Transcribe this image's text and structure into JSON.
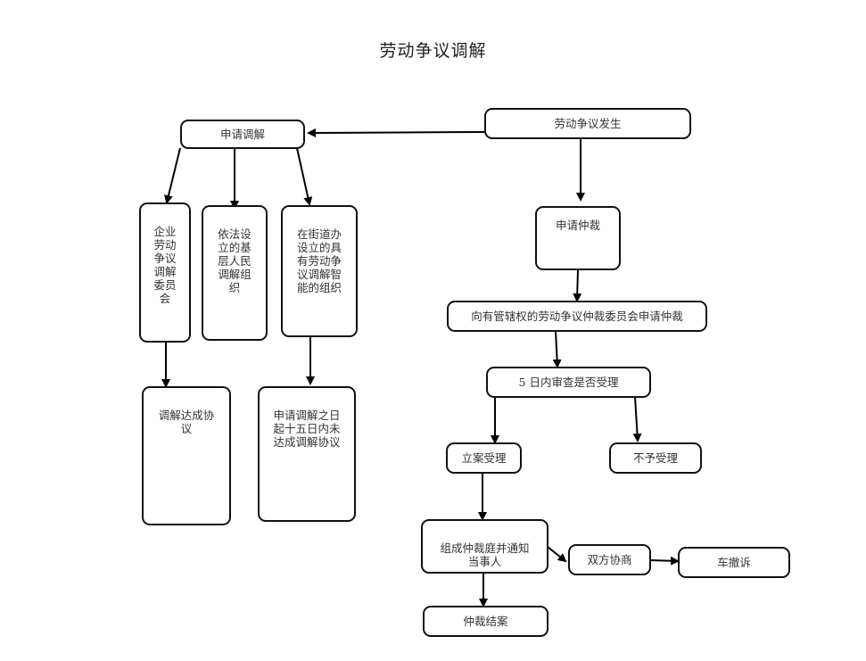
{
  "title": "劳动争议调解",
  "nodes": {
    "dispute": "劳动争议发生",
    "apply_mediation": "申请调解",
    "enterprise_committee": "企业\n劳动\n争议\n调解\n委员\n会",
    "grassroots_org": "依法设\n立的基\n层人民\n调解组\n织",
    "street_org": "在街道办\n设立的具\n有劳动争\n议调解智\n能的组织",
    "agreement_reached": "调解达成协\n议",
    "no_agreement": "申请调解之日\n起十五日内未\n达成调解协议",
    "apply_arbitration": "申请仲裁",
    "apply_committee": "向有管辖权的劳动争议仲裁委员会申请仲裁",
    "review_5days": "5 日内审查是否受理",
    "accepted": "立案受理",
    "rejected": "不予受理",
    "form_tribunal": "组成仲裁庭并通知\n当事人",
    "negotiation": "双方协商",
    "withdraw": "车撤诉",
    "closed": "仲裁结案"
  },
  "edges": [
    {
      "from": "dispute",
      "to": "apply_mediation"
    },
    {
      "from": "apply_mediation",
      "to": "enterprise_committee"
    },
    {
      "from": "apply_mediation",
      "to": "grassroots_org"
    },
    {
      "from": "apply_mediation",
      "to": "street_org"
    },
    {
      "from": "enterprise_committee",
      "to": "agreement_reached"
    },
    {
      "from": "street_org",
      "to": "no_agreement"
    },
    {
      "from": "dispute",
      "to": "apply_arbitration"
    },
    {
      "from": "apply_arbitration",
      "to": "apply_committee"
    },
    {
      "from": "apply_committee",
      "to": "review_5days"
    },
    {
      "from": "review_5days",
      "to": "accepted"
    },
    {
      "from": "review_5days",
      "to": "rejected"
    },
    {
      "from": "accepted",
      "to": "form_tribunal"
    },
    {
      "from": "form_tribunal",
      "to": "negotiation"
    },
    {
      "from": "negotiation",
      "to": "withdraw"
    },
    {
      "from": "form_tribunal",
      "to": "closed"
    }
  ]
}
